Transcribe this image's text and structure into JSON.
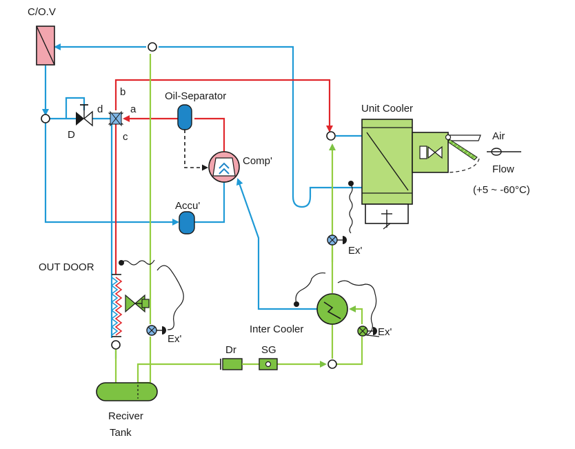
{
  "labels": {
    "cov": "C/O.V",
    "b": "b",
    "d": "d",
    "a": "a",
    "c": "c",
    "D": "D",
    "oil_separator": "Oil-Separator",
    "unit_cooler": "Unit Cooler",
    "comp": "Comp'",
    "air": "Air",
    "flow": "Flow",
    "temp_range": "(+5 ~ -60°C)",
    "accu": "Accu'",
    "ex_unit": "Ex'",
    "out_door": "OUT DOOR",
    "ex_outdoor": "Ex'",
    "inter_cooler": "Inter Cooler",
    "ex_inter": "Ex'",
    "dr": "Dr",
    "sg": "SG",
    "receiver_line1": "Reciver",
    "receiver_line2": "Tank"
  },
  "colors": {
    "blue_line": "#1f9ad6",
    "red_line": "#e0262b",
    "green_line": "#93cd3f",
    "green_fill": "#7dc242",
    "light_green_fill": "#b6dd7a",
    "blue_fill": "#1e86c8",
    "pink_fill": "#f2a5ae",
    "valve_blue": "#7fb6e6",
    "ink": "#1a1a1a"
  },
  "icons": {
    "cov": "changeover-valve-icon",
    "four_way": "four-way-valve-icon",
    "compressor": "compressor-icon",
    "oil_separator": "oil-separator-icon",
    "accumulator": "accumulator-icon",
    "receiver": "receiver-tank-icon",
    "intercooler": "intercooler-icon",
    "expansion_valve": "expansion-valve-icon",
    "fan": "fan-icon"
  }
}
